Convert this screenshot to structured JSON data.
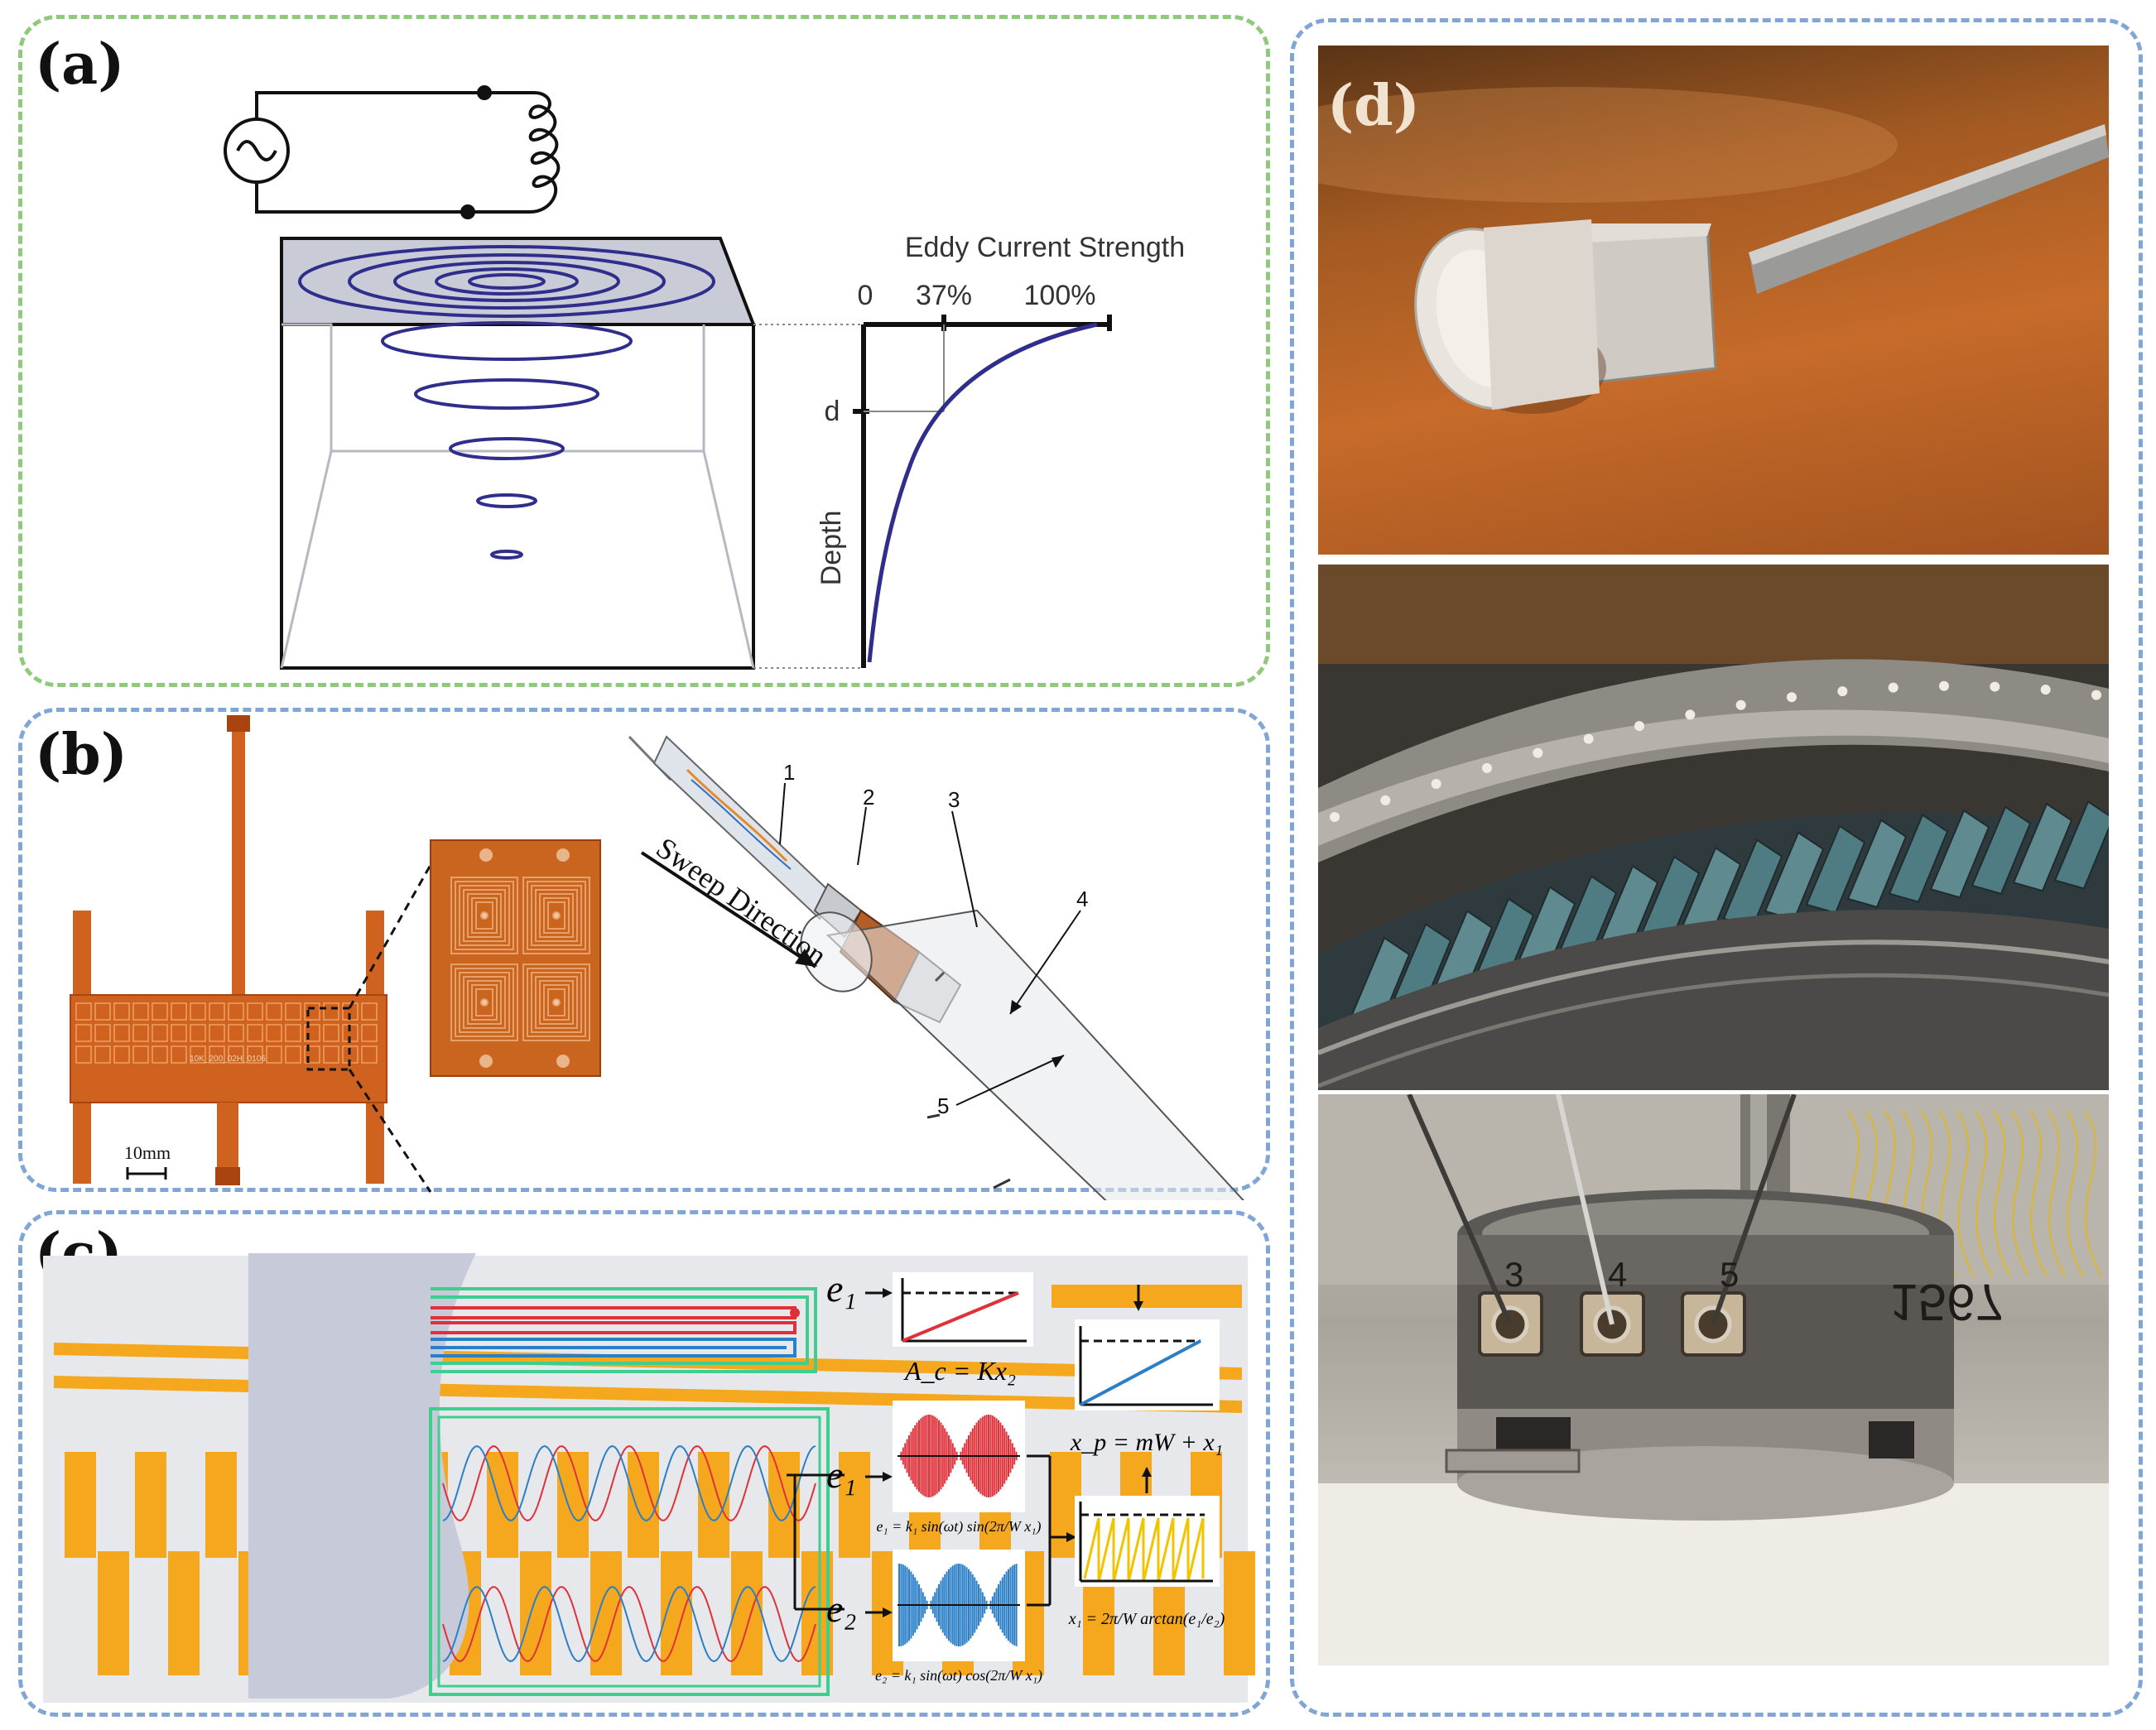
{
  "panels": {
    "a": {
      "label": "(a)"
    },
    "b": {
      "label": "(b)"
    },
    "c": {
      "label": "(c)"
    },
    "d": {
      "label": "(d)"
    }
  },
  "panel_a": {
    "chart_title": "Eddy Current Strength",
    "tick_0": "0",
    "tick_37": "37%",
    "tick_100": "100%",
    "depth_marker": "d",
    "depth_axis": "Depth",
    "colors": {
      "eddy": "#2f2e8c",
      "top_face": "#c9ccd6"
    }
  },
  "panel_b": {
    "sweep_direction": "Sweep Direction",
    "scale_bar": "10mm",
    "callouts": [
      "1",
      "2",
      "3",
      "4",
      "5"
    ],
    "board_print": "10K_200_02H_0106",
    "colors": {
      "pcb": "#d0621f",
      "pcb_dark": "#a9430f",
      "coil": "#dc8a48"
    }
  },
  "panel_c": {
    "e1_top": "e₁",
    "e1_mid": "e₁",
    "e2": "e₂",
    "eq_ac": "A_c = Kx₂",
    "eq_xp": "x_p = mW + x₁",
    "eq_e1": "e₁ = k₁ sin(ωt) sin(2π/W x₁)",
    "eq_e2": "e₂ = k₁ sin(ωt) cos(2π/W x₁)",
    "eq_x1": "x₁ = 2π/W arctan(e₁/e₂)",
    "colors": {
      "scale": "#f5a81d",
      "red": "#e0313a",
      "blue": "#2b7fc6",
      "green": "#3ecf8e",
      "yellow": "#f2c400"
    }
  },
  "panel_d": {
    "photo_labels": [
      "probe-photo",
      "turbine-stator-photo",
      "sensor-ring-photo"
    ],
    "ring_numbers": [
      "3",
      "4",
      "5"
    ],
    "ring_text": "1567"
  }
}
